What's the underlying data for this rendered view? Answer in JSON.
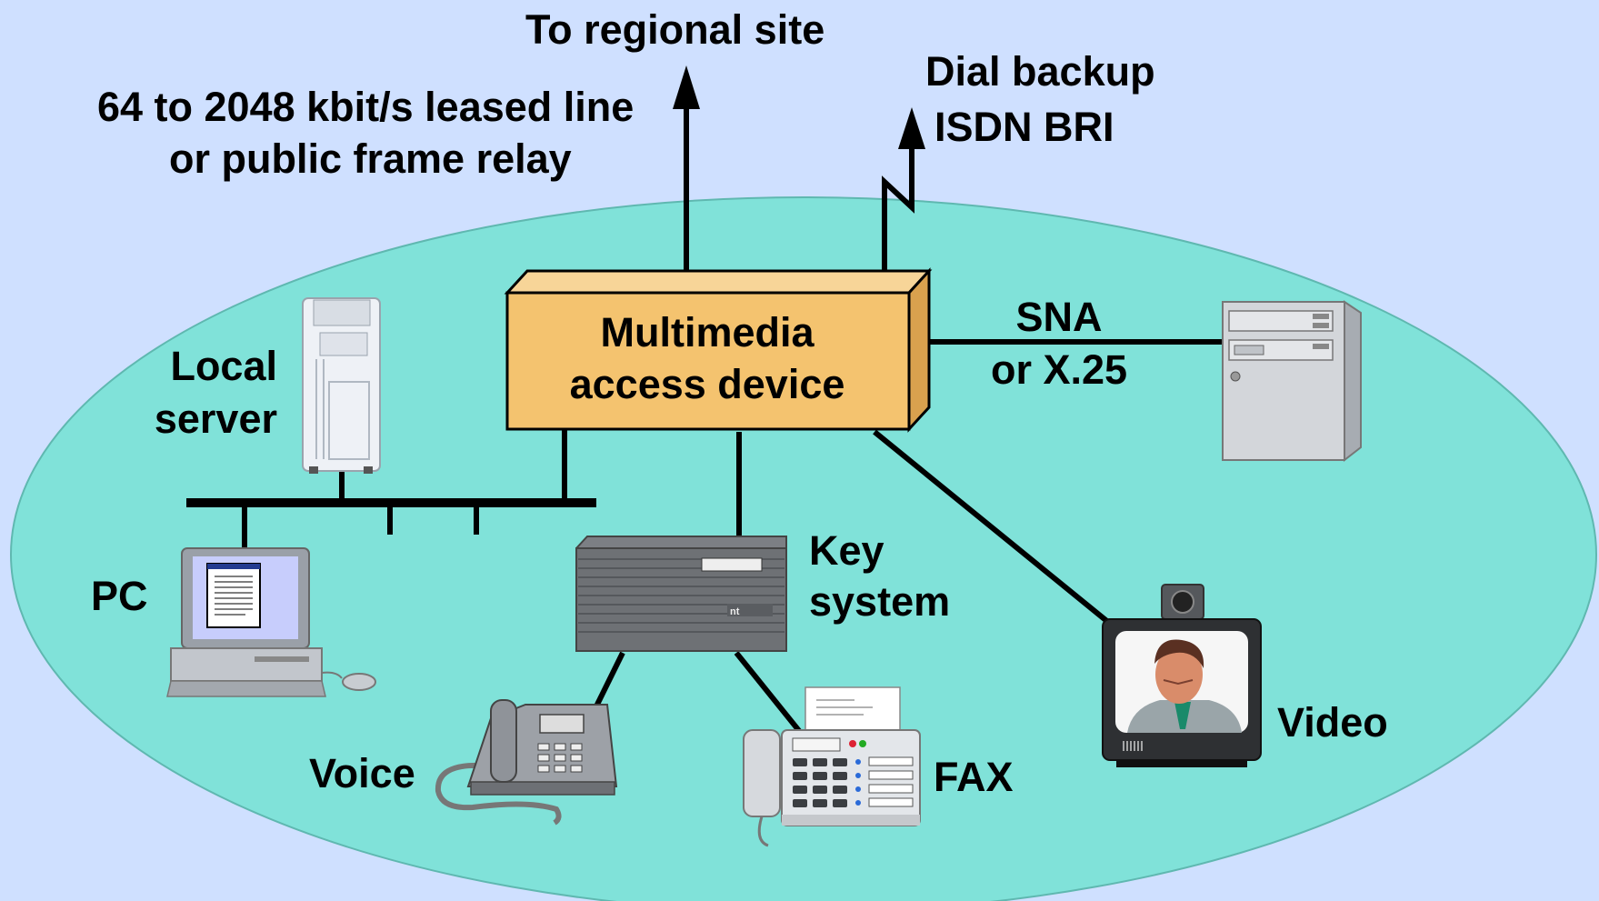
{
  "labels": {
    "to_regional_site": "To regional site",
    "leased_line_1": "64 to 2048 kbit/s leased line",
    "leased_line_2": "or public frame relay",
    "dial_backup_1": "Dial backup",
    "dial_backup_2": "ISDN BRI",
    "access_device_1": "Multimedia",
    "access_device_2": "access device",
    "sna_1": "SNA",
    "sna_2": "or X.25",
    "local_server_1": "Local",
    "local_server_2": "server",
    "pc": "PC",
    "key_system_1": "Key",
    "key_system_2": "system",
    "voice": "Voice",
    "fax": "FAX",
    "video": "Video"
  },
  "colors": {
    "background": "#cfe0ff",
    "site_ellipse": "#80e2d9",
    "access_device": "#f4c36f",
    "line": "#000000"
  },
  "icons": {
    "server": "tower-server-icon",
    "host": "mainframe-host-icon",
    "pc": "desktop-pc-icon",
    "key_system": "key-system-unit-icon",
    "phone": "telephone-icon",
    "fax": "fax-machine-icon",
    "video": "video-monitor-icon"
  }
}
